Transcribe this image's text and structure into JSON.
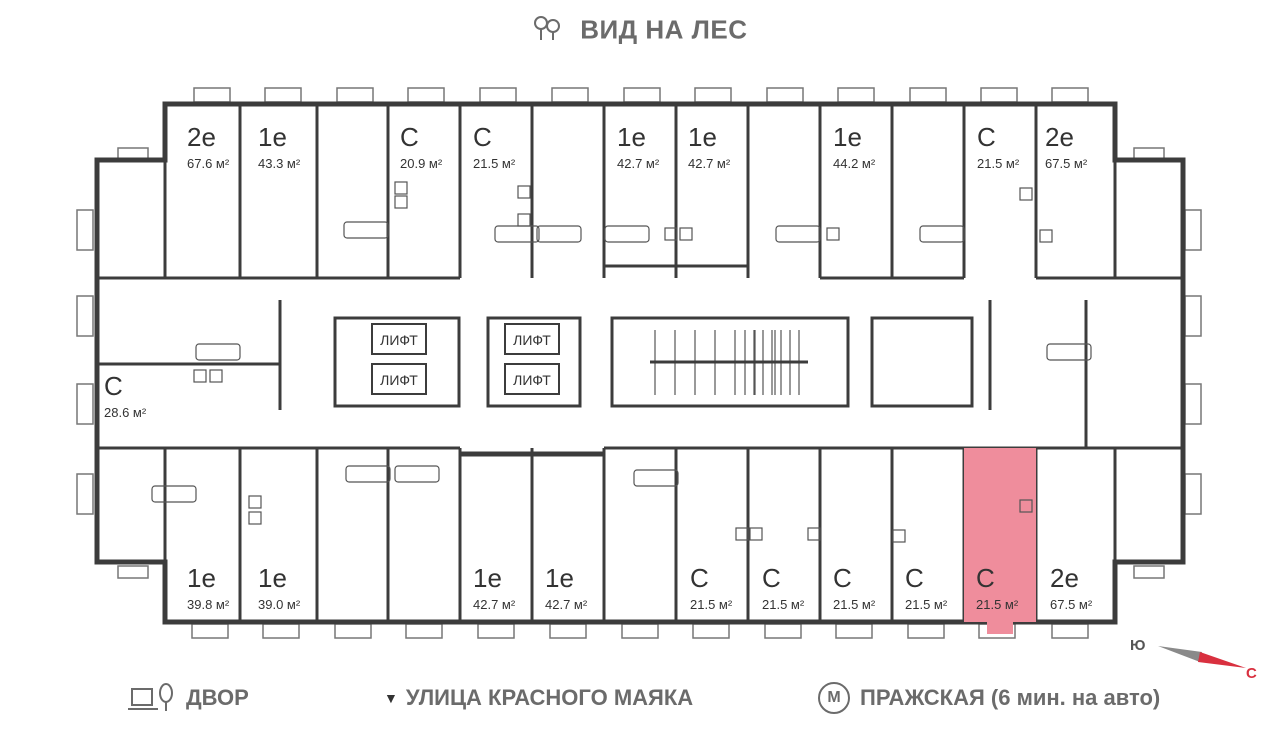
{
  "view": {
    "top": "ВИД НА ЛЕС"
  },
  "legend": {
    "yard": "ДВОР",
    "street": "УЛИЦА КРАСНОГО МАЯКА",
    "metro_letter": "М",
    "metro": "ПРАЖСКАЯ (6 мин. на авто)"
  },
  "compass": {
    "south": "Ю",
    "north": "С"
  },
  "lift_label": "ЛИФТ",
  "apartments_top": [
    {
      "type": "2е",
      "area": "67.6 м²"
    },
    {
      "type": "1е",
      "area": "43.3 м²"
    },
    {
      "type": "С",
      "area": "20.9 м²"
    },
    {
      "type": "С",
      "area": "21.5 м²"
    },
    {
      "type": "1е",
      "area": "42.7 м²"
    },
    {
      "type": "1е",
      "area": "42.7 м²"
    },
    {
      "type": "1е",
      "area": "44.2 м²"
    },
    {
      "type": "С",
      "area": "21.5 м²"
    },
    {
      "type": "2е",
      "area": "67.5 м²"
    }
  ],
  "apartment_left": {
    "type": "С",
    "area": "28.6 м²"
  },
  "apartments_bottom": [
    {
      "type": "1е",
      "area": "39.8 м²"
    },
    {
      "type": "1е",
      "area": "39.0 м²"
    },
    {
      "type": "1е",
      "area": "42.7 м²"
    },
    {
      "type": "1е",
      "area": "42.7 м²"
    },
    {
      "type": "С",
      "area": "21.5 м²"
    },
    {
      "type": "С",
      "area": "21.5 м²"
    },
    {
      "type": "С",
      "area": "21.5 м²"
    },
    {
      "type": "С",
      "area": "21.5 м²"
    },
    {
      "type": "С",
      "area": "21.5 м²",
      "selected": true
    },
    {
      "type": "2е",
      "area": "67.5 м²"
    }
  ],
  "colors": {
    "wall": "#3c3c3c",
    "highlight": "#ef8d9c",
    "highlight_edge": "#d94a62",
    "compass_red": "#d9303f",
    "text": "#333333"
  }
}
